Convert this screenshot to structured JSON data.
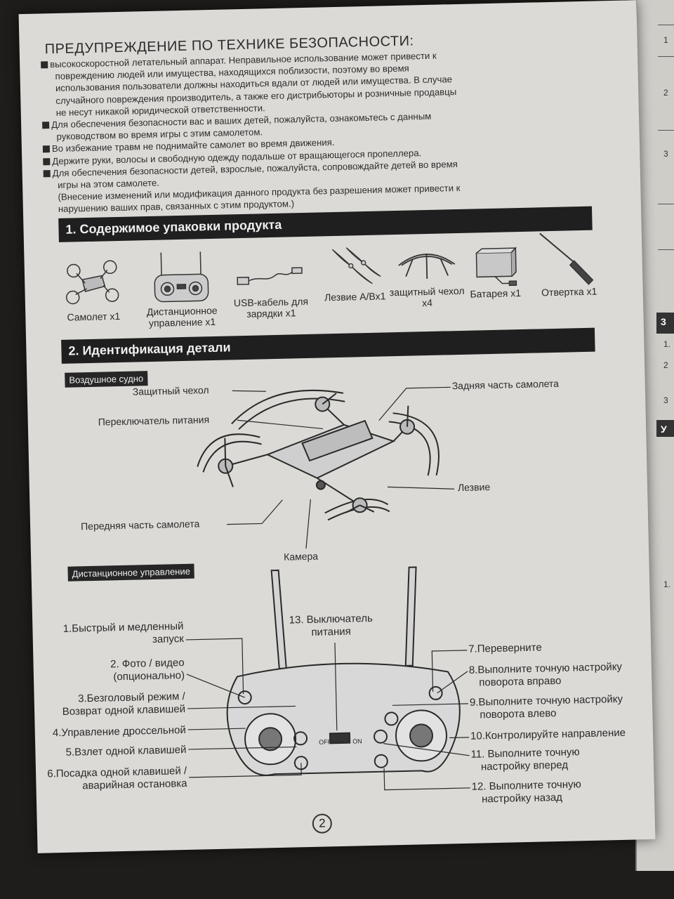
{
  "safety": {
    "title": "ПРЕДУПРЕЖДЕНИЕ ПО ТЕХНИКЕ БЕЗОПАСНОСТИ:",
    "lines": [
      "высокоскоростной летательный аппарат. Неправильное использование может привести к",
      "повреждению людей или имущества, находящихся поблизости, поэтому во время",
      "использования пользователи должны находиться вдали от людей или имущества. В случае",
      "случайного повреждения производитель, а также его дистрибьюторы и розничные продавцы",
      "не несут никакой юридической ответственности.",
      "Для обеспечения безопасности вас и ваших детей, пожалуйста, ознакомьтесь с данным",
      "руководством во время игры с этим самолетом.",
      "Во избежание травм не поднимайте самолет во время движения.",
      "Держите руки, волосы и свободную одежду подальше от вращающегося пропеллера.",
      "Для обеспечения безопасности детей, взрослые, пожалуйста, сопровождайте детей во время",
      "игры на этом самолете.",
      "(Внесение изменений или модификация данного продукта без разрешения может привести к",
      "нарушению ваших прав, связанных с этим продуктом.)"
    ]
  },
  "section1": {
    "title": "1. Содержимое упаковки продукта",
    "items": [
      {
        "label": "Самолет x1",
        "icon": "drone-icon"
      },
      {
        "label": "Дистанционное управление x1",
        "icon": "remote-icon"
      },
      {
        "label": "USB-кабель для зарядки x1",
        "icon": "usb-cable-icon"
      },
      {
        "label": "Лезвие A/Bx1",
        "icon": "blade-icon"
      },
      {
        "label": "защитный чехол x4",
        "icon": "guard-icon"
      },
      {
        "label": "Батарея x1",
        "icon": "battery-icon"
      },
      {
        "label": "Отвертка x1",
        "icon": "screwdriver-icon"
      }
    ]
  },
  "section2": {
    "title": "2. Идентификация детали",
    "aircraft_label": "Воздушное судно",
    "aircraft_parts": {
      "guard": "Защитный чехол",
      "power_switch": "Переключатель питания",
      "rear": "Задняя часть самолета",
      "blade": "Лезвие",
      "front": "Передняя часть самолета",
      "camera": "Камера"
    },
    "remote_label": "Дистанционное управление",
    "remote_left": [
      "1.Быстрый и медленный",
      "запуск",
      "2. Фото / видео",
      "(опционально)",
      "3.Безголовый режим /",
      "Возврат одной клавишей",
      "4.Управление дроссельной",
      "5.Взлет одной клавишей",
      "6.Посадка одной клавишей /",
      "аварийная остановка"
    ],
    "remote_center": [
      "13. Выключатель",
      "питания"
    ],
    "remote_right": [
      "7.Переверните",
      "8.Выполните точную настройку",
      "поворота вправо",
      "9.Выполните точную настройку",
      "поворота влево",
      "10.Контролируйте направление",
      "11. Выполните точную",
      "настройку вперед",
      "12. Выполните точную",
      "настройку назад"
    ],
    "switch_off": "OFF",
    "switch_on": "ON"
  },
  "page_number": "2",
  "side": {
    "numbers": [
      "1",
      "2",
      "3",
      "3",
      "1.",
      "2",
      "3",
      "У",
      "1."
    ]
  }
}
